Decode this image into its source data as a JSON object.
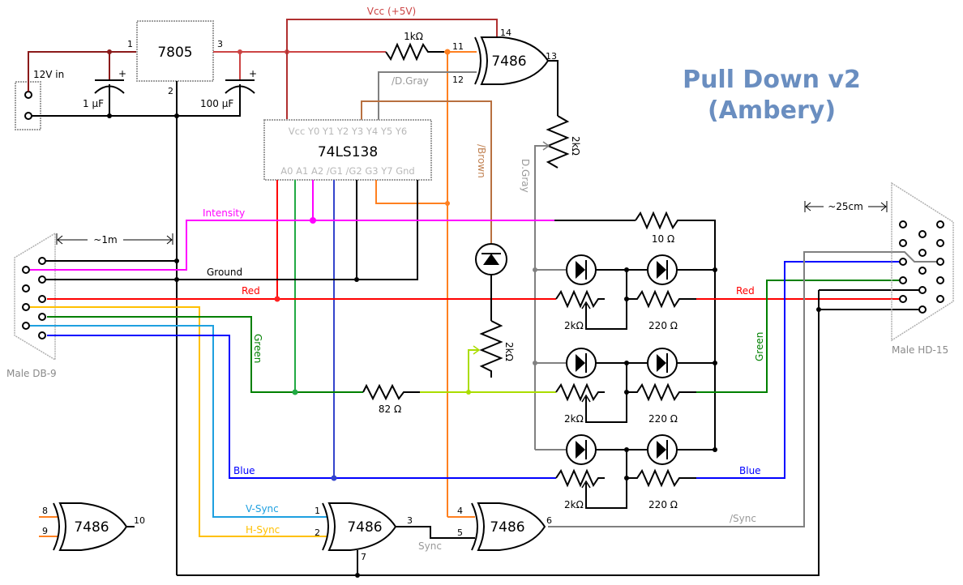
{
  "title": {
    "line1": "Pull Down v2",
    "line2": "(Ambery)"
  },
  "colors": {
    "title": "#6a8ec0",
    "vcc": "#b03030",
    "in12v": "#8b1a1a",
    "intensity": "#ff00ff",
    "red": "#ff0000",
    "green_wire": "#008000",
    "green_decoder": "#22aa44",
    "lime": "#aadd00",
    "blue": "#0000ff",
    "blue_decoder": "#3344cc",
    "vsync": "#1ea0e0",
    "hsync": "#ffc000",
    "orange": "#ff8020",
    "brown": "#b87040",
    "gray": "#808080",
    "ground": "#000000"
  },
  "power": {
    "input_label": "12V in",
    "regulator": "7805",
    "reg_pins": [
      "1",
      "2",
      "3"
    ],
    "cap1": "1 µF",
    "cap2": "100 µF",
    "cap_plus": "+",
    "vcc_label": "Vcc (+5V)"
  },
  "decoder": {
    "name": "74LS138",
    "top_pins": "Vcc Y0 Y1 Y2 Y3 Y4 Y5 Y6",
    "bottom_pins": "A0 A1 A2 /G1 /G2 G3 Y7 Gnd"
  },
  "gates": [
    {
      "name": "7486",
      "in1": "11",
      "in2": "12",
      "out": "13",
      "vcc_pin": "14"
    },
    {
      "name": "7486",
      "in1": "1",
      "in2": "2",
      "out": "3",
      "gnd_pin": "7"
    },
    {
      "name": "7486",
      "in1": "4",
      "in2": "5",
      "out": "6"
    },
    {
      "name": "7486",
      "in1": "8",
      "in2": "9",
      "out": "10"
    }
  ],
  "resistors": {
    "r_1k": "1kΩ",
    "pot_top": "2kΩ",
    "pot_mid": "2kΩ",
    "r_10": "10 Ω",
    "r_82": "82 Ω",
    "pot_channel": "2kΩ",
    "r_220": "220 Ω"
  },
  "signals": {
    "intensity": "Intensity",
    "ground": "Ground",
    "red": "Red",
    "green": "Green",
    "blue": "Blue",
    "vsync": "V-Sync",
    "hsync": "H-Sync",
    "sync": "Sync",
    "nsync": "/Sync",
    "dgray": "D.Gray",
    "ndgray": "/D.Gray",
    "nbrown": "/Brown"
  },
  "connectors": {
    "left": "Male DB-9",
    "right": "Male HD-15",
    "left_distance": "~1m",
    "right_distance": "~25cm"
  }
}
